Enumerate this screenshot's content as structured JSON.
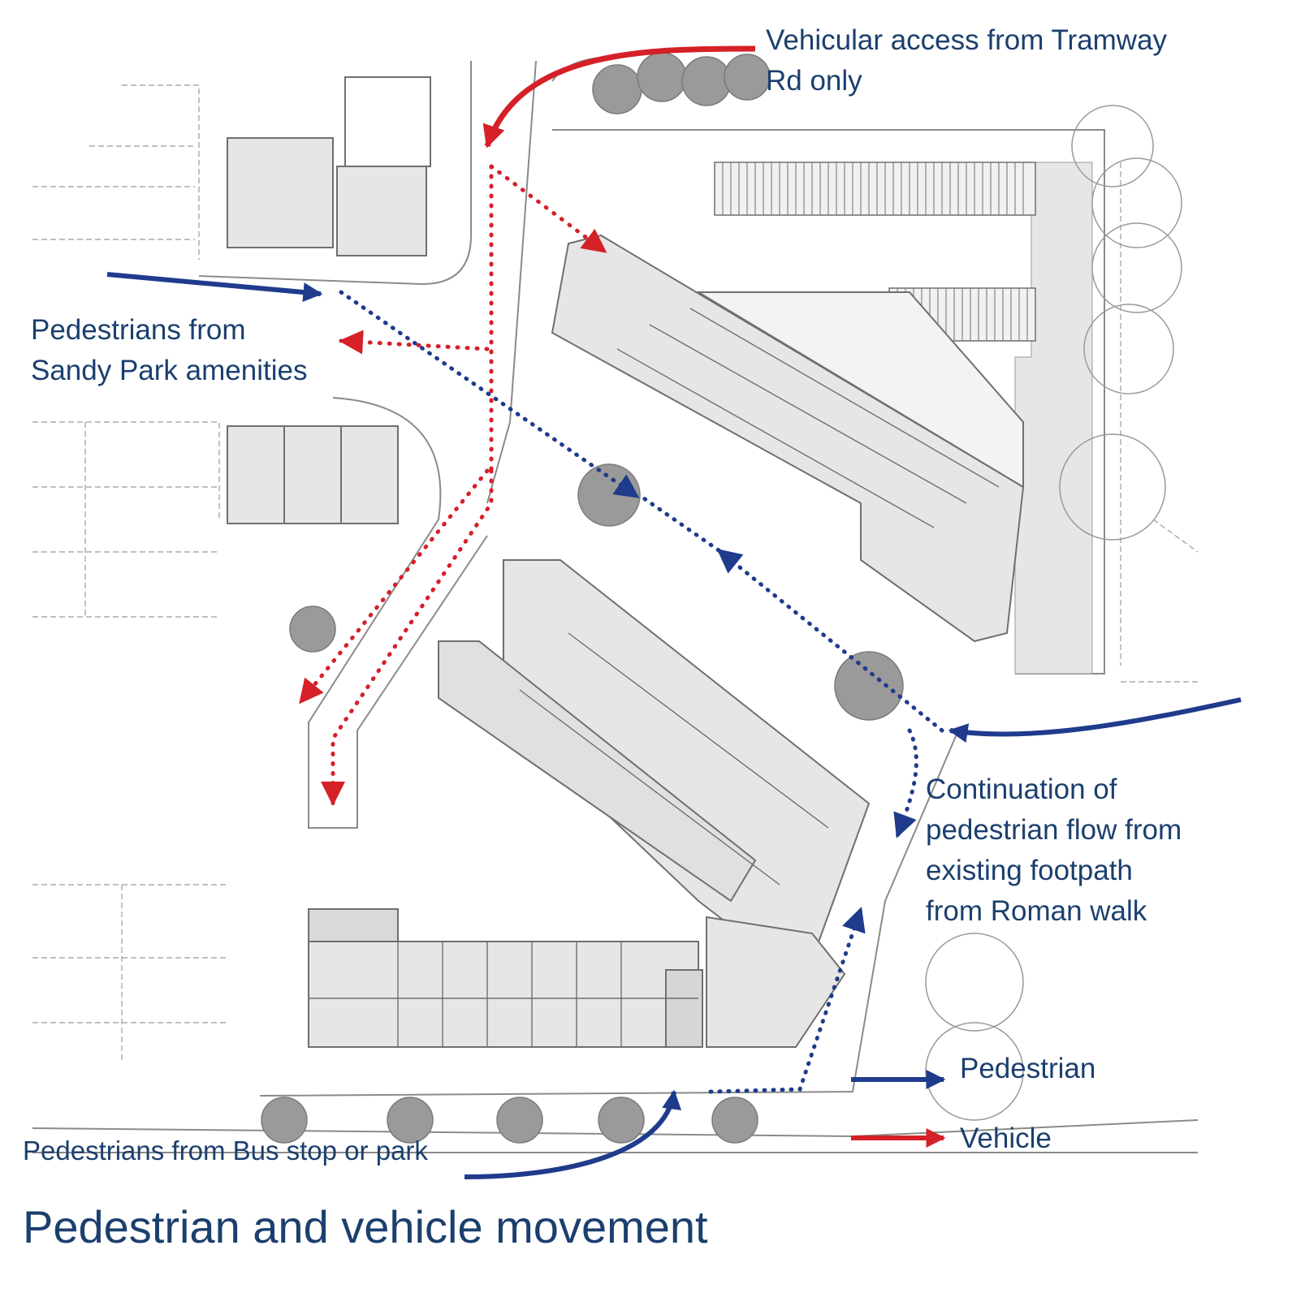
{
  "title": "Pedestrian and vehicle movement",
  "annotations": {
    "vehicular_access": [
      "Vehicular access from Tramway",
      "Rd only"
    ],
    "sandy_park": [
      "Pedestrians from",
      "Sandy Park amenities"
    ],
    "continuation": [
      "Continuation of",
      "pedestrian flow from",
      "existing footpath",
      "from Roman walk"
    ],
    "bus_stop": "Pedestrians from Bus stop or park"
  },
  "legend": {
    "pedestrian": "Pedestrian",
    "vehicle": "Vehicle"
  },
  "colors": {
    "pedestrian": "#1f3b8c",
    "vehicle": "#d52027",
    "text": "#1b3f6e",
    "building_fill": "#e6e6e6",
    "building_stroke": "#6f6f6f",
    "tree": "#9a9a9a"
  }
}
